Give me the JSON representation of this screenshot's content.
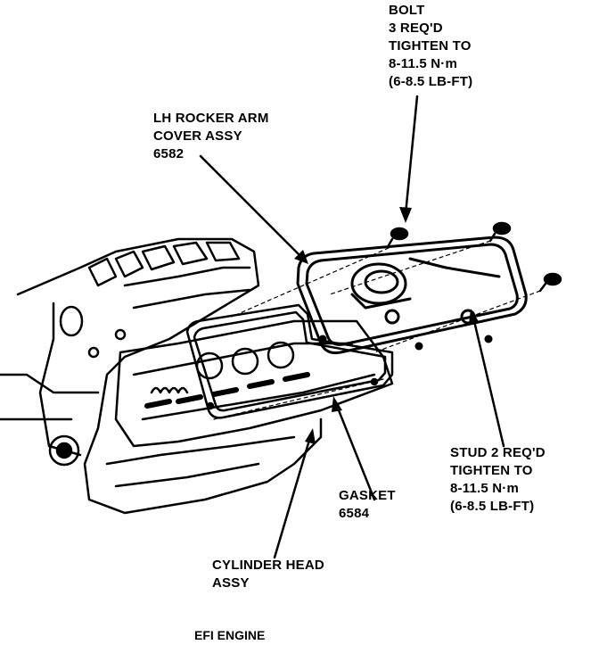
{
  "labels": {
    "bolt": [
      "BOLT",
      "3 REQ'D",
      "TIGHTEN TO",
      "8-11.5 N·m",
      "(6-8.5 LB-FT)"
    ],
    "rocker_cover": [
      "LH ROCKER ARM",
      "COVER ASSY",
      "6582"
    ],
    "stud": [
      "STUD 2 REQ'D",
      "TIGHTEN TO",
      "8-11.5 N·m",
      "(6-8.5 LB-FT)"
    ],
    "gasket": [
      "GASKET",
      "6584"
    ],
    "cylinder_head": [
      "CYLINDER HEAD",
      "ASSY"
    ]
  },
  "caption": "EFI ENGINE"
}
